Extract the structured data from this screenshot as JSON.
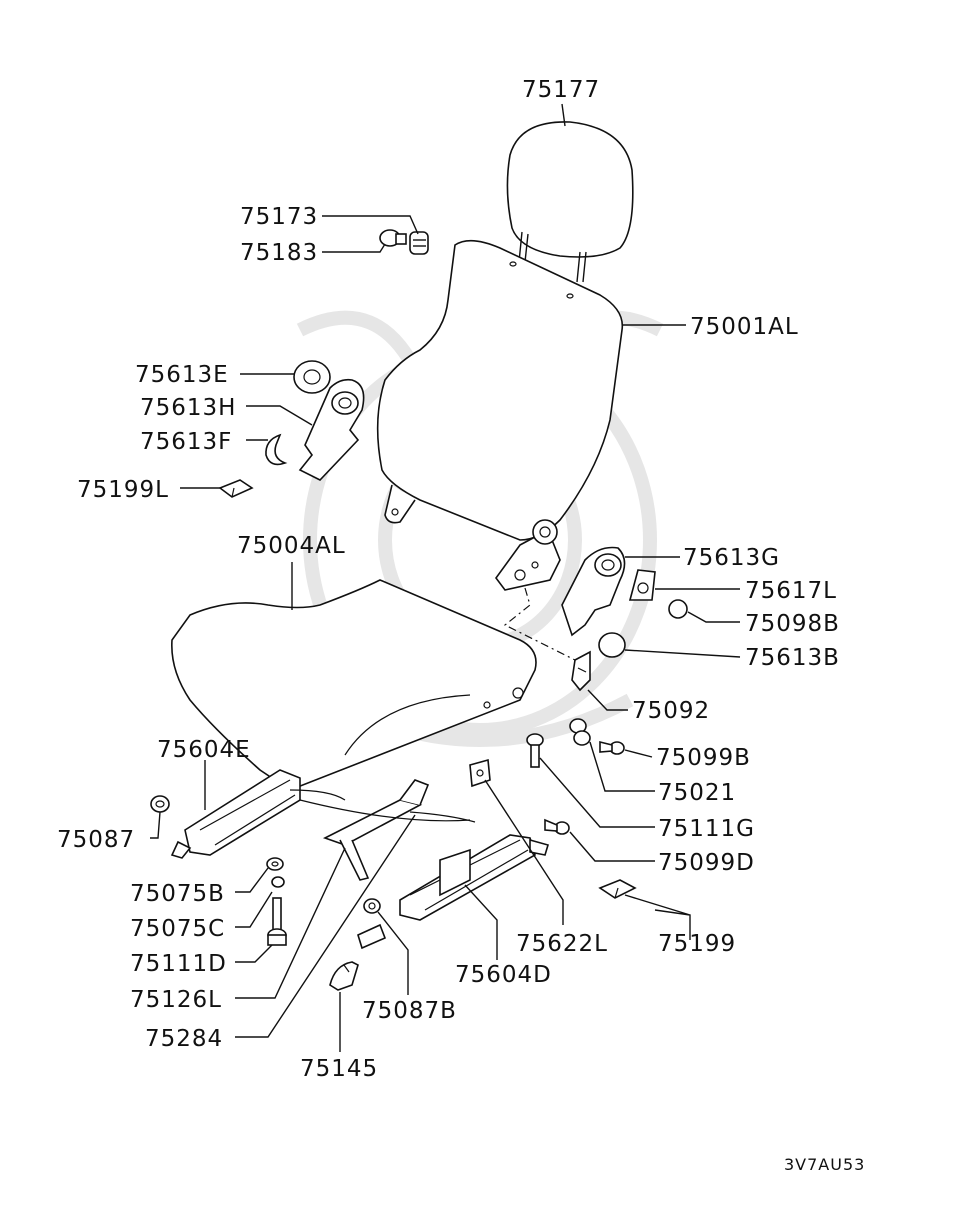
{
  "diagram": {
    "code": "3V7AU53",
    "labels": [
      {
        "id": "75177",
        "text": "75177"
      },
      {
        "id": "75173",
        "text": "75173"
      },
      {
        "id": "75183",
        "text": "75183"
      },
      {
        "id": "75001AL",
        "text": "75001AL"
      },
      {
        "id": "75613E",
        "text": "75613E"
      },
      {
        "id": "75613H",
        "text": "75613H"
      },
      {
        "id": "75613F",
        "text": "75613F"
      },
      {
        "id": "75199L",
        "text": "75199L"
      },
      {
        "id": "75004AL",
        "text": "75004AL"
      },
      {
        "id": "75613G",
        "text": "75613G"
      },
      {
        "id": "75617L",
        "text": "75617L"
      },
      {
        "id": "75098B",
        "text": "75098B"
      },
      {
        "id": "75613B",
        "text": "75613B"
      },
      {
        "id": "75092",
        "text": "75092"
      },
      {
        "id": "75604E",
        "text": "75604E"
      },
      {
        "id": "75099B",
        "text": "75099B"
      },
      {
        "id": "75021",
        "text": "75021"
      },
      {
        "id": "75087",
        "text": "75087"
      },
      {
        "id": "75111G",
        "text": "75111G"
      },
      {
        "id": "75099D",
        "text": "75099D"
      },
      {
        "id": "75075B",
        "text": "75075B"
      },
      {
        "id": "75075C",
        "text": "75075C"
      },
      {
        "id": "75199",
        "text": "75199"
      },
      {
        "id": "75622L",
        "text": "75622L"
      },
      {
        "id": "75111D",
        "text": "75111D"
      },
      {
        "id": "75604D",
        "text": "75604D"
      },
      {
        "id": "75126L",
        "text": "75126L"
      },
      {
        "id": "75087B",
        "text": "75087B"
      },
      {
        "id": "75284",
        "text": "75284"
      },
      {
        "id": "75145",
        "text": "75145"
      }
    ]
  }
}
